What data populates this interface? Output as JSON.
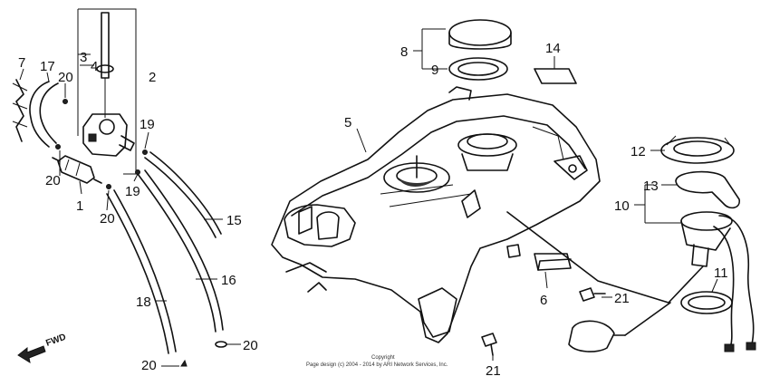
{
  "callouts": [
    "7",
    "17",
    "20",
    "3",
    "4",
    "2",
    "20",
    "1",
    "20",
    "19",
    "19",
    "15",
    "16",
    "18",
    "20",
    "20",
    "5",
    "8",
    "9",
    "14",
    "12",
    "13",
    "10",
    "6",
    "21",
    "11",
    "21"
  ],
  "copyright": {
    "line1": "Copyright",
    "line2": "Page design (c) 2004 - 2014 by ARI Network Services, Inc."
  },
  "fwd_label": "FWD"
}
